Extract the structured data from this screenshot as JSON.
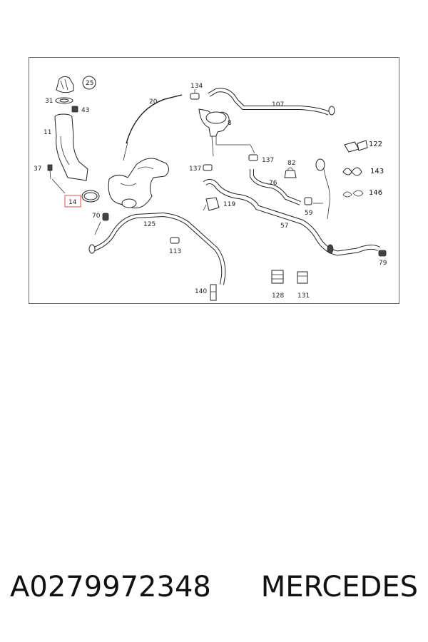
{
  "diagram": {
    "highlighted_part": "14",
    "labels": {
      "p25": "25",
      "p31": "31",
      "p43": "43",
      "p11": "11",
      "p37": "37",
      "p14": "14",
      "p70": "70",
      "p20": "20",
      "p134": "134",
      "p8": "8",
      "p107": "107",
      "p137a": "137",
      "p137b": "137",
      "p82": "82",
      "p76": "76",
      "p59": "59",
      "p122": "122",
      "p143": "143",
      "p146": "146",
      "p119": "119",
      "p57": "57",
      "p125": "125",
      "p113": "113",
      "p140": "140",
      "p128": "128",
      "p131": "131",
      "p79": "79"
    },
    "colors": {
      "highlight": "#d9534f",
      "line": "#222222"
    }
  },
  "caption": {
    "part_number": "A0279972348",
    "brand": "MERCEDES"
  }
}
